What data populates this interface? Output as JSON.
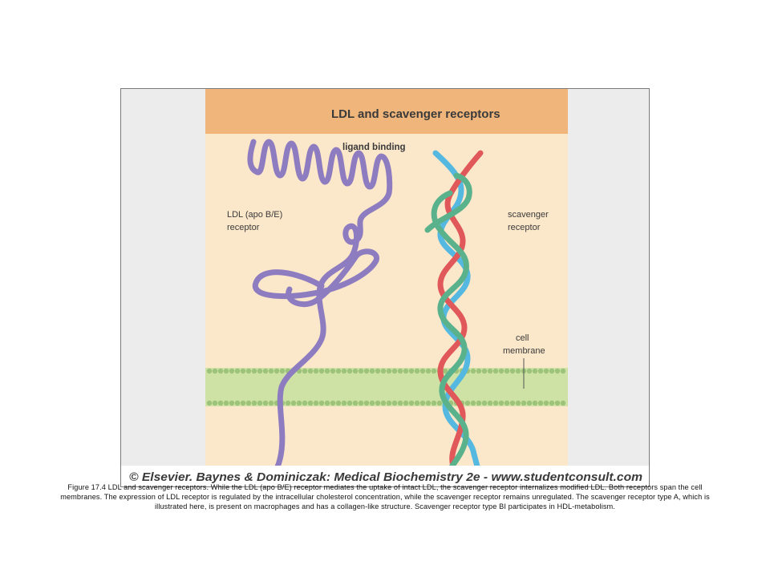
{
  "figure": {
    "panel_title": "LDL and scavenger receptors",
    "labels": {
      "ligand_binding": "ligand binding",
      "ldl_line1": "LDL (apo B/E)",
      "ldl_line2": "receptor",
      "scavenger_line1": "scavenger",
      "scavenger_line2": "receptor",
      "membrane_line1": "cell",
      "membrane_line2": "membrane"
    },
    "copyright": "© Elsevier. Baynes & Dominiczak: Medical Biochemistry 2e - www.studentconsult.com",
    "colors": {
      "title_band": "#efb57a",
      "panel": "#fbe7c9",
      "membrane": "#cde2a4",
      "lipid_head": "#9dc27a",
      "ldl_receptor": "#8e7cc0",
      "strand_red": "#e0585a",
      "strand_blue": "#55b8e0",
      "strand_green": "#5ab28c"
    }
  },
  "caption": "Figure 17.4 LDL and scavenger receptors. While the LDL (apo B/E) receptor mediates the uptake of intact LDL, the scavenger receptor internalizes modified LDL. Both receptors span the cell membranes. The expression of LDL receptor is regulated by the intracellular cholesterol concentration, while the scavenger receptor remains unregulated. The scavenger receptor type A, which is illustrated here, is present on macrophages and has a collagen-like structure. Scavenger receptor type BI participates in HDL-metabolism."
}
